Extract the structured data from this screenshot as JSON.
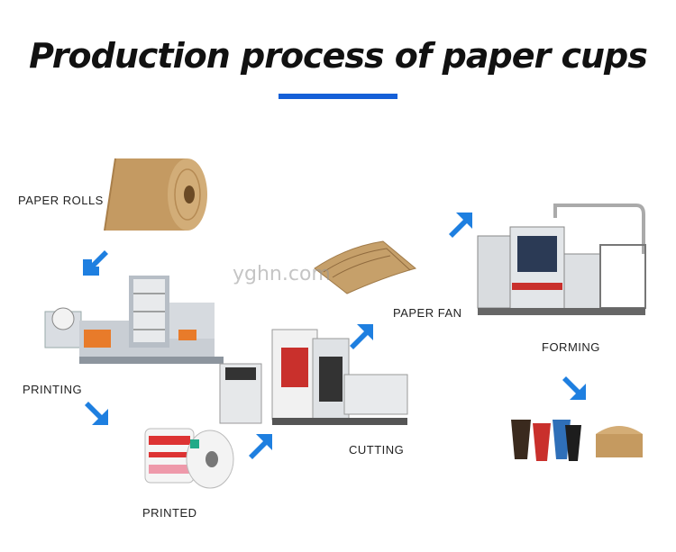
{
  "title": "Production process of paper cups",
  "watermark": "yghn.com",
  "steps": {
    "paper_rolls": "PAPER ROLLS",
    "printing": "PRINTING",
    "printed": "PRINTED",
    "cutting": "CUTTING",
    "paper_fan": "PAPER FAN",
    "forming": "FORMING"
  },
  "colors": {
    "accent": "#1560d8",
    "arrow": "#1e7fe0",
    "kraft": "#c9a16b"
  }
}
